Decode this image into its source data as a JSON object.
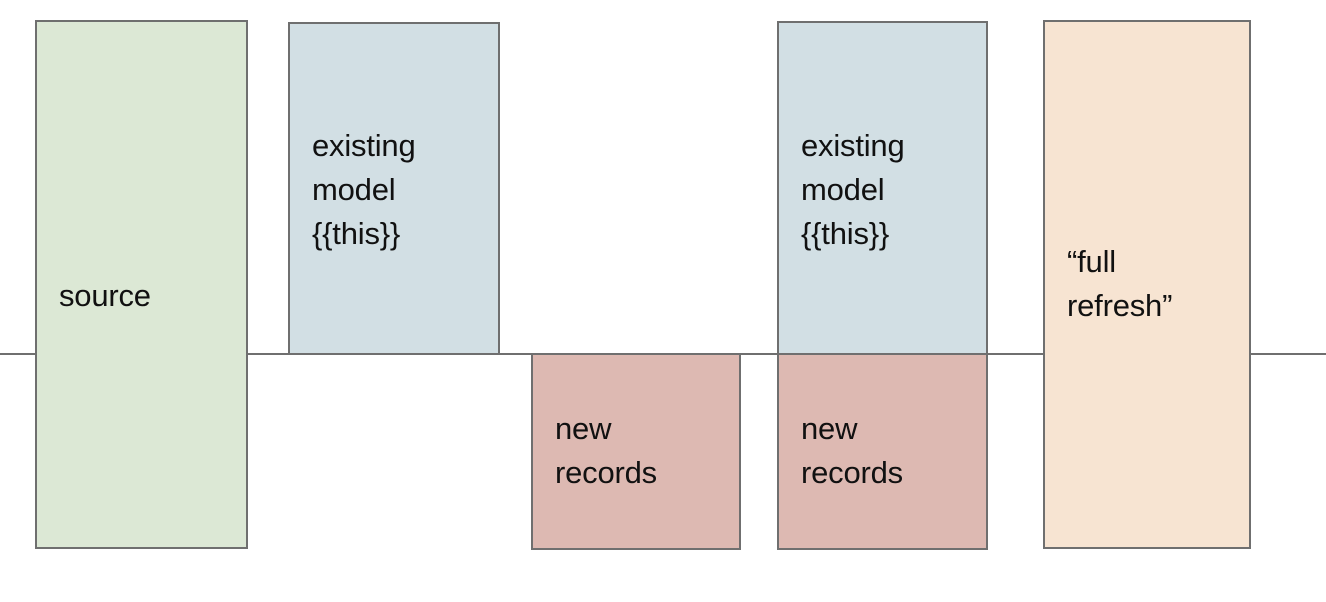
{
  "diagram": {
    "title": "incremental model full refresh diagram",
    "baseline": {
      "name": "horizontal-divider",
      "color": "#6f6f6f"
    },
    "palette": {
      "source_fill": "#dce8d5",
      "existing_model_fill": "#d2dfe4",
      "new_records_fill": "#ddb9b2",
      "full_refresh_fill": "#f7e4d2",
      "stroke": "#6f6f6f",
      "text": "#111111",
      "background": "#ffffff"
    },
    "boxes": [
      {
        "key": "source",
        "label": "source"
      },
      {
        "key": "existing_model_1",
        "label": "existing\nmodel\n{{this}}"
      },
      {
        "key": "new_records_1",
        "label": "new\nrecords"
      },
      {
        "key": "existing_model_2",
        "label": "existing\nmodel\n{{this}}"
      },
      {
        "key": "new_records_2",
        "label": "new\nrecords"
      },
      {
        "key": "full_refresh",
        "label": "“full\nrefresh”"
      }
    ]
  }
}
